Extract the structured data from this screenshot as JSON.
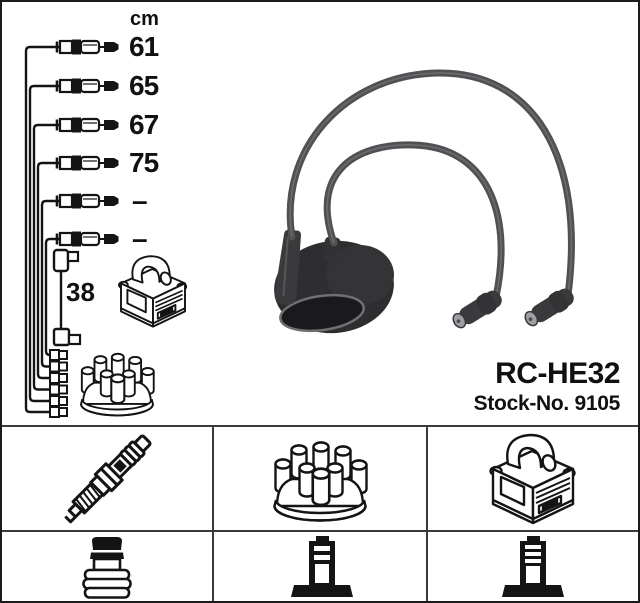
{
  "header": {
    "unit": "cm"
  },
  "wire_lengths": [
    "61",
    "65",
    "67",
    "75",
    "–",
    "–"
  ],
  "coil_wire_length": "38",
  "product": {
    "code": "RC-HE32",
    "stock": "Stock-No. 9105"
  },
  "diagram": {
    "wire_count": 6,
    "parts": [
      "plug-wire-set",
      "coil-wire",
      "ignition-coil",
      "distributor-cap"
    ]
  },
  "photo": {
    "content": "two-ignition-cables-with-boots-and-rubber-cap"
  },
  "legend": {
    "row1": [
      {
        "icon": "spark-plug"
      },
      {
        "icon": "distributor-cap"
      },
      {
        "icon": "ignition-coil"
      }
    ],
    "row2": [
      {
        "icon": "spark-plug-boot-terminal"
      },
      {
        "icon": "distributor-side-terminal"
      },
      {
        "icon": "coil-side-terminal"
      }
    ]
  },
  "colors": {
    "line_art": "#141414",
    "photo_cable": "#515154",
    "photo_boot": "#3a3a3d",
    "photo_cap": "#2e2e30",
    "metal_tip": "#9ca0a3",
    "table_border": "#3a3a3a",
    "background": "#ffffff"
  }
}
